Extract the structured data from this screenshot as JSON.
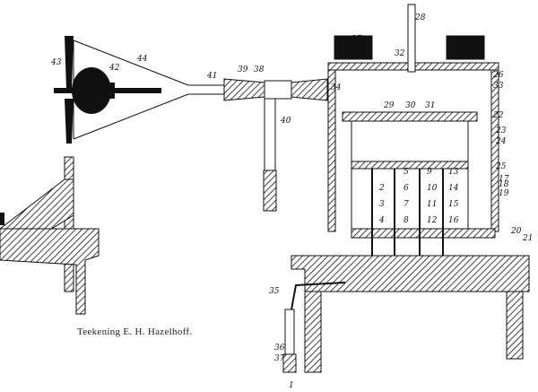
{
  "credit": "Teekening E. H. Hazelhoff.",
  "labels": [
    "1",
    "2",
    "3",
    "4",
    "5",
    "6",
    "7",
    "8",
    "9",
    "10",
    "11",
    "12",
    "13",
    "14",
    "15",
    "16",
    "17",
    "18",
    "19",
    "20",
    "21",
    "22",
    "23",
    "24",
    "25",
    "26",
    "27",
    "28",
    "29",
    "30",
    "31",
    "32",
    "33",
    "34",
    "35",
    "36",
    "37",
    "38",
    "39",
    "40",
    "41",
    "42",
    "43",
    "44"
  ]
}
